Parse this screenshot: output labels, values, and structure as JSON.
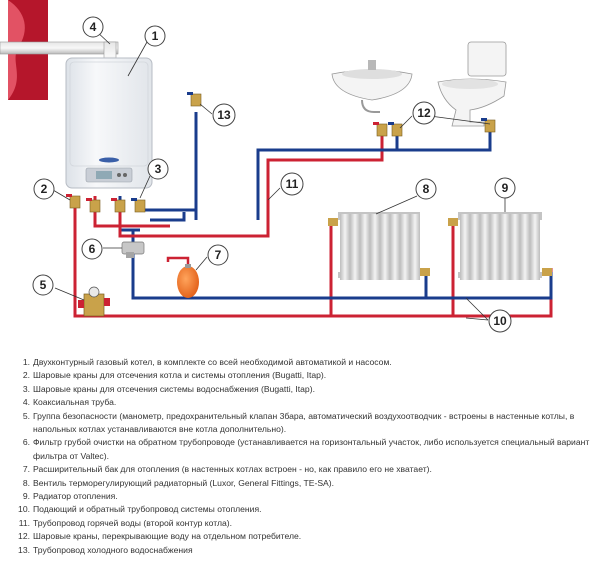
{
  "callouts": [
    "1",
    "2",
    "3",
    "4",
    "5",
    "6",
    "7",
    "8",
    "9",
    "10",
    "11",
    "12",
    "13"
  ],
  "legend": [
    {
      "num": "1.",
      "text": "Двухконтурный газовый котел, в комплекте со всей необходимой автоматикой и насосом."
    },
    {
      "num": "2.",
      "text": "Шаровые краны для отсечения котла и системы отопления (Bugatti, Itap)."
    },
    {
      "num": "3.",
      "text": "Шаровые краны для отсечения системы водоснабжения (Bugatti, Itap)."
    },
    {
      "num": "4.",
      "text": "Коаксиальная труба."
    },
    {
      "num": "5.",
      "text": "Группа безопасности (манометр, предохранительный клапан 3бара, автоматический воздухоотводчик - встроены в настенные котлы, в напольных котлах устанавливаются вне котла дополнительно)."
    },
    {
      "num": "6.",
      "text": "Фильтр грубой очистки на обратном трубопроводе (устанавливается на горизонтальный участок, либо используется специальный вариант фильтра от Valtec)."
    },
    {
      "num": "7.",
      "text": "Расширительный бак для отопления (в настенных котлах встроен - но, как правило его не хватает)."
    },
    {
      "num": "8.",
      "text": "Вентиль терморегулирующий радиаторный (Luxor, General Fittings, TE-SA)."
    },
    {
      "num": "9.",
      "text": "Радиатор отопления."
    },
    {
      "num": "10.",
      "text": "Подающий и обратный трубопровод системы отопления."
    },
    {
      "num": "11.",
      "text": "Трубопровод горячей воды (второй контур котла)."
    },
    {
      "num": "12.",
      "text": "Шаровые краны, перекрывающие воду на отдельном потребителе."
    },
    {
      "num": "13.",
      "text": "Трубопровод холодного водоснабжения"
    }
  ],
  "colors": {
    "supply_pipe": "#cc2233",
    "return_pipe": "#1a3c8c",
    "wall": "#b5162b",
    "flue": "#c8c8c8",
    "boiler": "#f2f3f5",
    "radiator": "#e4e4e4",
    "tank": "#f26d21"
  }
}
